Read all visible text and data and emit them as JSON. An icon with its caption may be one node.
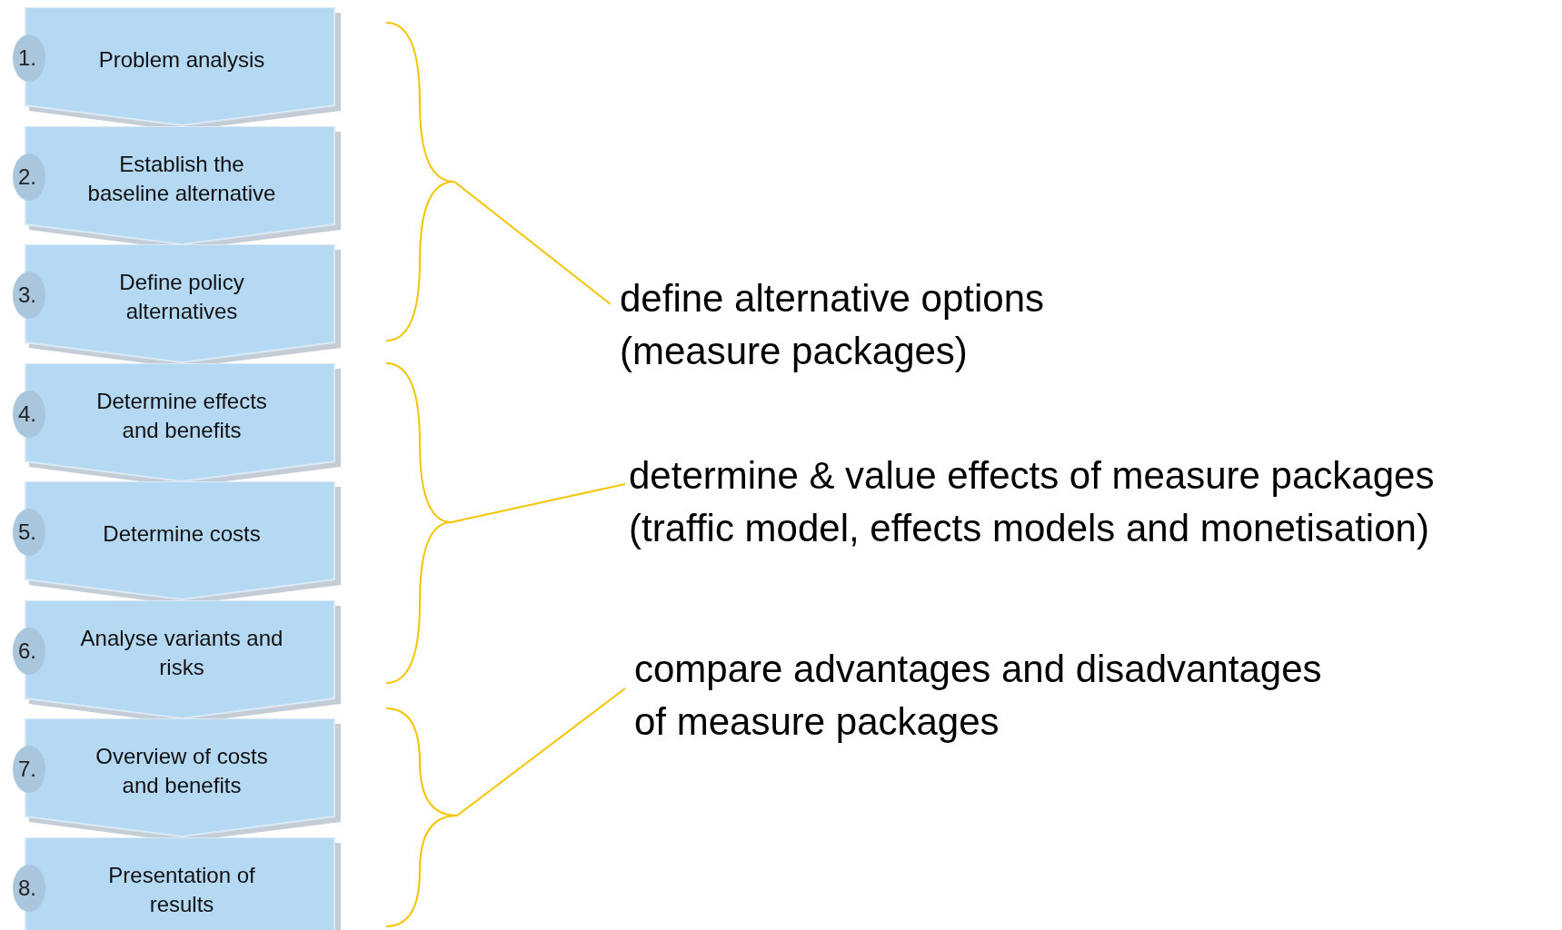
{
  "diagram": {
    "nodes": [
      {
        "text": [
          "1.",
          "Problem analysis"
        ]
      },
      {
        "text": [
          "2.",
          "Establish the baseline alternative"
        ]
      },
      {
        "text": [
          "3.",
          "Define policy alternatives"
        ]
      },
      {
        "text": [
          "4.",
          "Determine effects and benefits"
        ]
      },
      {
        "text": [
          "5.",
          "Determine costs"
        ]
      },
      {
        "text": [
          "6.",
          "Analyse variants and risks"
        ]
      },
      {
        "text": [
          "7.",
          "Overview of costs and benefits"
        ]
      },
      {
        "text": [
          "8.",
          "Presentation of results"
        ]
      },
      {
        "text": [
          "define alternative options (measure packages)"
        ]
      },
      {
        "text": [
          "determine & value effects of measure packages (traffic model, effects models and monetisation)"
        ]
      },
      {
        "text": [
          "compare advantages and disadvantages of measure packages"
        ]
      },
      {
        "text": [],
        "shape": "brace"
      },
      {
        "text": [],
        "shape": "brace"
      },
      {
        "text": [],
        "shape": "brace"
      }
    ],
    "edges": [
      {
        "from": 8,
        "to": 11,
        "arrow": "none"
      },
      {
        "from": 9,
        "to": 12,
        "arrow": "none"
      },
      {
        "from": 10,
        "to": 13,
        "arrow": "none"
      }
    ]
  }
}
